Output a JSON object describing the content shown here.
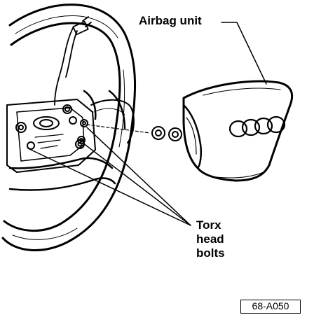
{
  "labels": {
    "airbag_unit": "Airbag unit",
    "torx_line1": "Torx",
    "torx_line2": "head",
    "torx_line3": "bolts"
  },
  "figure_id": "68-A050",
  "colors": {
    "ink": "#000000",
    "paper": "#ffffff"
  }
}
